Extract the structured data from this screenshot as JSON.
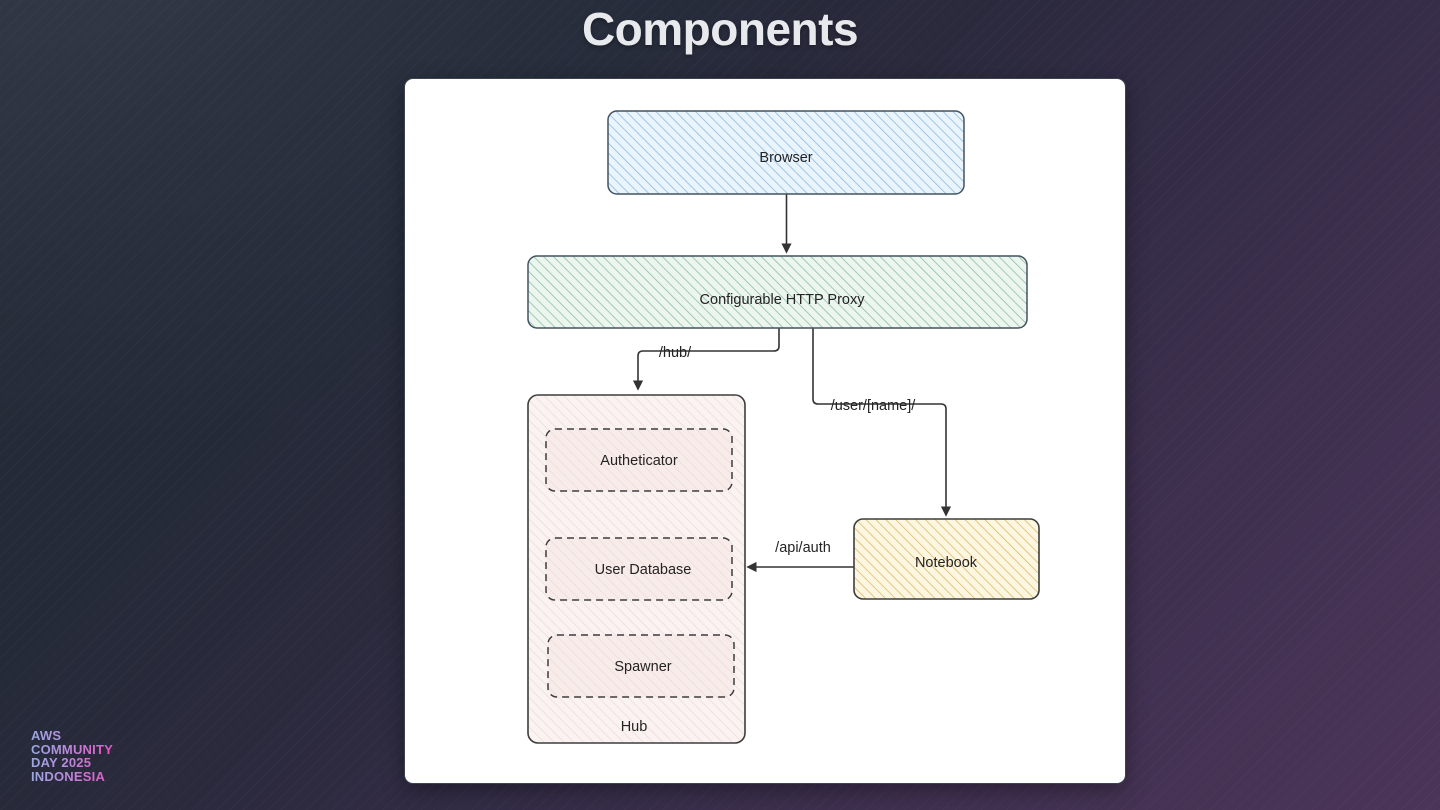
{
  "slide": {
    "title": "Components",
    "background_top_left": "#2b303c",
    "background_bottom_right": "#4b3558"
  },
  "logo": {
    "lines": [
      "AWS",
      "COMMUNITY",
      "DAY 2025",
      "INDONESIA"
    ],
    "gradient_start": "#9aa7e0",
    "gradient_end": "#e359c6"
  },
  "diagram": {
    "type": "flowchart",
    "nodes": [
      {
        "id": "browser",
        "label": "Browser",
        "fill": "#e3f0fb",
        "hatch_color": "#7fb3dd",
        "stroke": "#3c4b5c",
        "style": "solid"
      },
      {
        "id": "proxy",
        "label": "Configurable HTTP Proxy",
        "fill": "#e6f3ea",
        "hatch_color": "#76ad90",
        "stroke": "#3c4b5c",
        "style": "solid"
      },
      {
        "id": "hub",
        "label": "Hub",
        "fill": "#faf0ef",
        "hatch_color": "#e0c5c0",
        "stroke": "#3c3c3c",
        "style": "solid"
      },
      {
        "id": "authenticator",
        "label": "Autheticator",
        "fill": "#f7e9e7",
        "hatch_color": "#e6cfcb",
        "stroke": "#3c3c3c",
        "style": "dashed"
      },
      {
        "id": "userdb",
        "label": "User Database",
        "fill": "#f7e9e7",
        "hatch_color": "#e6cfcb",
        "stroke": "#3c3c3c",
        "style": "dashed"
      },
      {
        "id": "spawner",
        "label": "Spawner",
        "fill": "#f7e9e7",
        "hatch_color": "#e6cfcb",
        "stroke": "#3c3c3c",
        "style": "dashed"
      },
      {
        "id": "notebook",
        "label": "Notebook",
        "fill": "#fcf5dd",
        "hatch_color": "#d8b45e",
        "stroke": "#3c3c3c",
        "style": "solid"
      }
    ],
    "edges": [
      {
        "id": "browser-proxy",
        "from": "browser",
        "to": "proxy",
        "label": ""
      },
      {
        "id": "proxy-hub",
        "from": "proxy",
        "to": "hub",
        "label": "/hub/"
      },
      {
        "id": "proxy-notebook",
        "from": "proxy",
        "to": "notebook",
        "label": "/user/[name]/"
      },
      {
        "id": "notebook-hub",
        "from": "notebook",
        "to": "hub",
        "label": "/api/auth"
      }
    ]
  }
}
